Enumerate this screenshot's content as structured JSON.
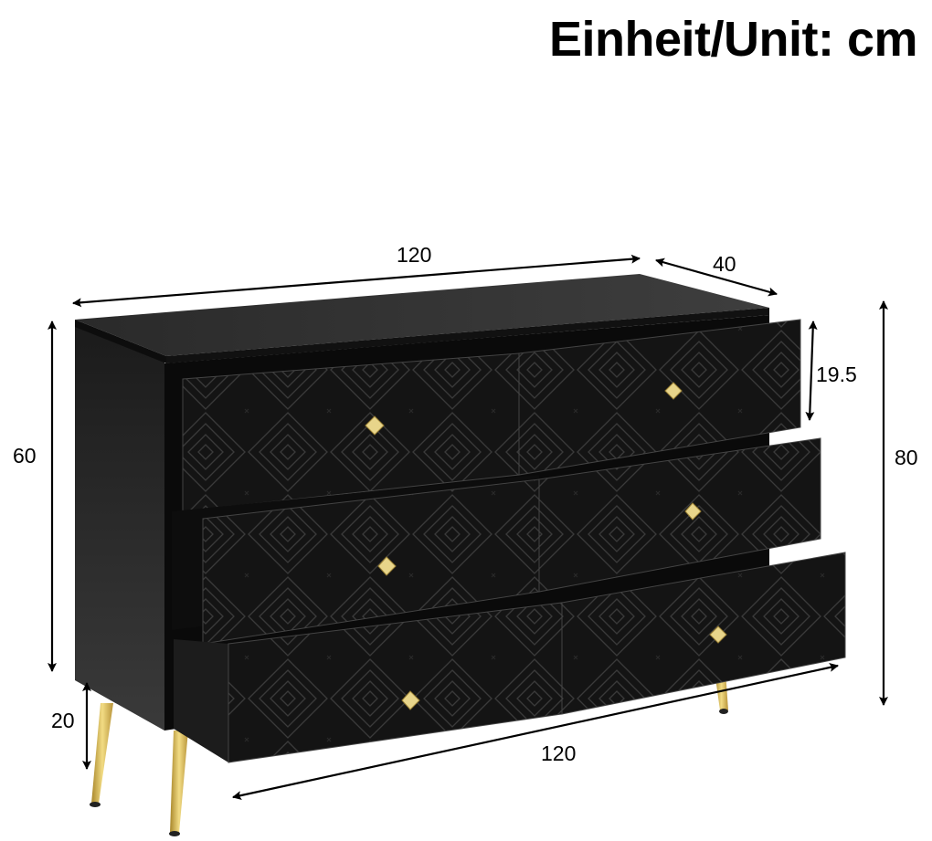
{
  "title": "Einheit/Unit: cm",
  "product": {
    "type": "chest-of-drawers",
    "color": "#151515",
    "leg_color": "#d4b24a",
    "knob_color": "#e8d58a",
    "drawer_count": 6,
    "drawer_pattern": "concentric-diamonds"
  },
  "dimensions": {
    "width_top": {
      "label": "120",
      "value": 120,
      "unit": "cm"
    },
    "depth": {
      "label": "40",
      "value": 40,
      "unit": "cm"
    },
    "body_height": {
      "label": "60",
      "value": 60,
      "unit": "cm"
    },
    "drawer_height": {
      "label": "19.5",
      "value": 19.5,
      "unit": "cm"
    },
    "total_height": {
      "label": "80",
      "value": 80,
      "unit": "cm"
    },
    "leg_height": {
      "label": "20",
      "value": 20,
      "unit": "cm"
    },
    "width_front": {
      "label": "120",
      "value": 120,
      "unit": "cm"
    }
  }
}
